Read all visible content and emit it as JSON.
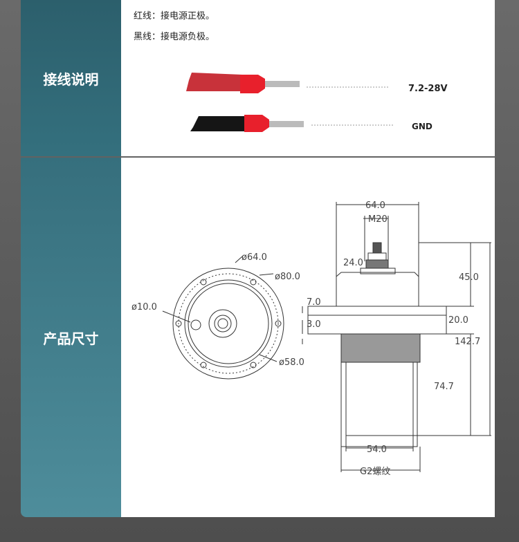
{
  "wiring": {
    "title": "接线说明",
    "red_note": "红线：接电源正极。",
    "black_note": "黑线：接电源负极。",
    "red_label": "7.2-28V",
    "black_label": "GND"
  },
  "dimensions": {
    "title": "产品尺寸",
    "front": {
      "d64": "ø64.0",
      "d80": "ø80.0",
      "d10": "ø10.0",
      "d58": "ø58.0"
    },
    "side": {
      "w64": "64.0",
      "m20": "M20",
      "h24": "24.0",
      "h45": "45.0",
      "t7": "7.0",
      "t3": "3.0",
      "h20": "20.0",
      "h142": "142.7",
      "h74": "74.7",
      "w54": "54.0",
      "thread": "G2螺纹"
    }
  },
  "colors": {
    "teal": "#34707e",
    "red": "#e0262f"
  }
}
